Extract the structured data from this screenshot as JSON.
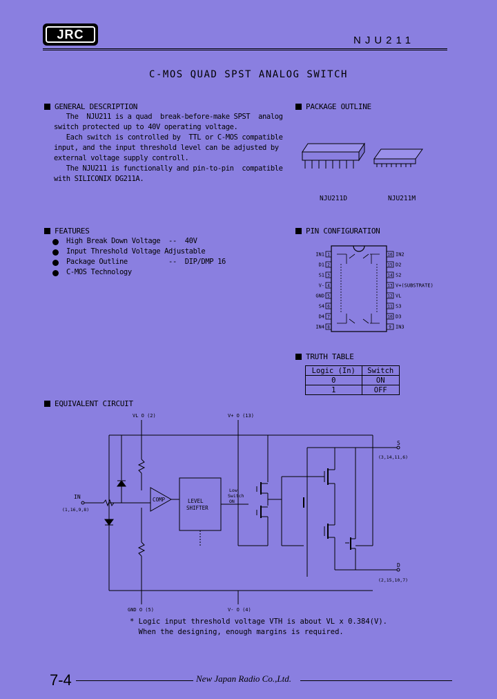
{
  "header": {
    "logo": "JRC",
    "part_number": "NJU211",
    "title": "C-MOS QUAD SPST ANALOG SWITCH"
  },
  "general_description": {
    "heading": "GENERAL DESCRIPTION",
    "lines": [
      "   The  NJU211 is a quad  break-before-make SPST  analog",
      "switch protected up to 40V operating voltage.",
      "   Each switch is controlled by  TTL or C-MOS compatible",
      "input, and the input threshold level can be adjusted by",
      "external voltage supply controll.",
      "   The NJU211 is functionally and pin-to-pin  compatible",
      "with SILICONIX DG211A."
    ]
  },
  "package_outline": {
    "heading": "PACKAGE OUTLINE",
    "dip_label": "NJU211D",
    "dmp_label": "NJU211M"
  },
  "features": {
    "heading": "FEATURES",
    "items": [
      "High Break Down Voltage  --  40V",
      "Input Threshold Voltage Adjustable",
      "Package Outline          --  DIP/DMP 16",
      "C-MOS Technology"
    ]
  },
  "pin_configuration": {
    "heading": "PIN CONFIGURATION",
    "left": [
      {
        "num": "1",
        "name": "IN1"
      },
      {
        "num": "2",
        "name": "D1"
      },
      {
        "num": "3",
        "name": "S1"
      },
      {
        "num": "4",
        "name": "V-"
      },
      {
        "num": "5",
        "name": "GND"
      },
      {
        "num": "6",
        "name": "S4"
      },
      {
        "num": "7",
        "name": "D4"
      },
      {
        "num": "8",
        "name": "IN4"
      }
    ],
    "right": [
      {
        "num": "16",
        "name": "IN2"
      },
      {
        "num": "15",
        "name": "D2"
      },
      {
        "num": "14",
        "name": "S2"
      },
      {
        "num": "13",
        "name": "V+(SUBSTRATE)"
      },
      {
        "num": "12",
        "name": "VL"
      },
      {
        "num": "11",
        "name": "S3"
      },
      {
        "num": "10",
        "name": "D3"
      },
      {
        "num": "9",
        "name": "IN3"
      }
    ]
  },
  "truth_table": {
    "heading": "TRUTH TABLE",
    "headers": [
      "Logic (In)",
      "Switch"
    ],
    "rows": [
      [
        "0",
        "ON"
      ],
      [
        "1",
        "OFF"
      ]
    ]
  },
  "equivalent_circuit": {
    "heading": "EQUIVALENT CIRCUIT",
    "vl_pin": "VL O (2)",
    "vplus_pin": "V+ O (13)",
    "gnd_pin": "GND O (5)",
    "vminus_pin": "V- O (4)",
    "in_label": "IN",
    "in_pins": "(1,16,9,8)",
    "comp_label": "COMP",
    "shifter_line1": "LEVEL",
    "shifter_line2": "SHIFTER",
    "low_switch": [
      "Low",
      "Switch",
      "ON"
    ],
    "s_label": "S",
    "s_pins": "(3,14,11,6)",
    "d_label": "D",
    "d_pins": "(2,15,10,7)"
  },
  "notes": {
    "line1": "* Logic input threshold voltage VTH is about VL x 0.384(V).",
    "line2": "  When the designing, enough margins is required."
  },
  "footer": {
    "page": "7-4",
    "company": "New Japan Radio Co.,Ltd."
  }
}
